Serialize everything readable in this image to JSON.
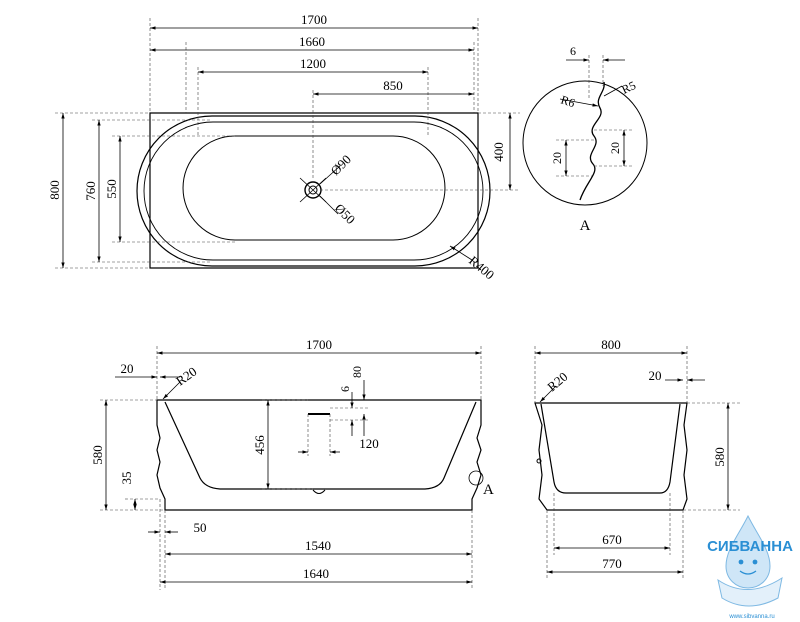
{
  "top_view": {
    "dims": {
      "length": "1700",
      "inner_length": "1660",
      "basin_length": "1200",
      "drain_offset": "850",
      "width": "800",
      "inner_width": "760",
      "basin_width": "550",
      "half_width": "400",
      "drain_dia": "Ø90",
      "overflow_dia": "Ø50",
      "corner_radius": "R400"
    }
  },
  "detail_a": {
    "dims": {
      "gap": "6",
      "radius_outer": "R5",
      "radius_inner": "R6",
      "height_left": "20",
      "height_right": "20"
    },
    "label": "A"
  },
  "front_view": {
    "dims": {
      "length": "1700",
      "rim_offset": "20",
      "rim_radius": "R20",
      "height": "580",
      "base_height": "35",
      "inner_depth": "456",
      "overflow_gap": "6",
      "overflow_height": "80",
      "overflow_width": "120",
      "base_offset": "50",
      "base_length": "1540",
      "bottom_length": "1640"
    },
    "detail_label": "A"
  },
  "side_view": {
    "dims": {
      "width": "800",
      "rim_radius": "R20",
      "rim_offset": "20",
      "height": "580",
      "inner_bottom": "670",
      "base_width": "770"
    }
  },
  "logo": {
    "text": "СИБВАННА",
    "url_text": "www.sibvanna.ru",
    "color": "#2a8fd4"
  }
}
